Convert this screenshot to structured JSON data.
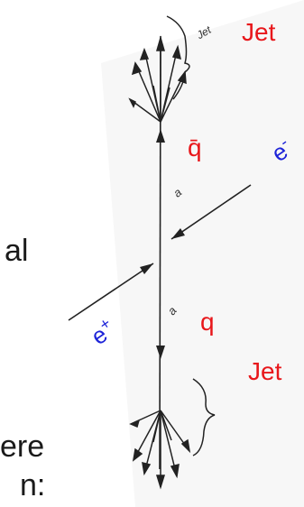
{
  "labels": {
    "jet_top": "Jet",
    "jet_bottom": "Jet",
    "qbar": "q̄",
    "q": "q",
    "e_minus_base": "e",
    "e_minus_sup": "-",
    "e_plus_base": "e",
    "e_plus_sup": "+",
    "handwritten_jet": "Jet",
    "alpha_top": "a",
    "alpha_bottom": "a"
  },
  "side_text": {
    "line1": "al",
    "line2": "ere",
    "line3": "n:"
  },
  "colors": {
    "label_red": "#e8171b",
    "label_blue": "#1d23d8",
    "ink": "#1a1a1a",
    "background": "#ffffff"
  }
}
